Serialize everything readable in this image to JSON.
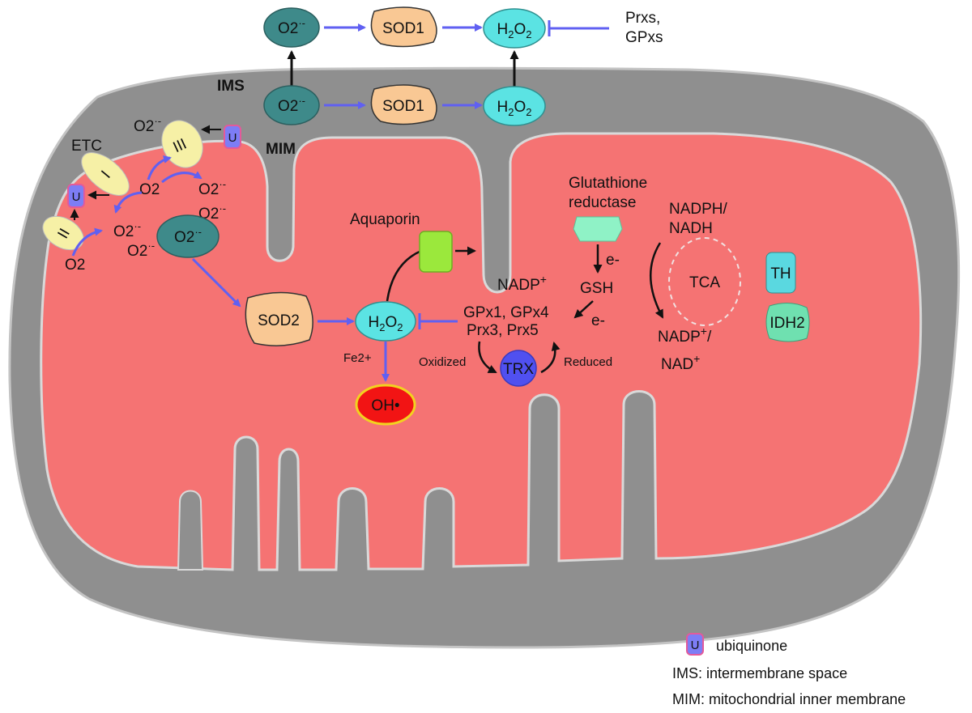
{
  "colors": {
    "membrane": "#8f8f8f",
    "membrane_edge": "#b9b9b9",
    "matrix": "#f57373",
    "dark_teal": "#3e8a8a",
    "cyan": "#5be3e3",
    "sod": "#f9c894",
    "complex": "#f6f0a6",
    "ubiquinone": "#7d7df5",
    "ubiquinone_edge": "#e35a9a",
    "aquaporin": "#9be83c",
    "gr": "#8ff2c6",
    "trx": "#5050f0",
    "oh": "#f21414",
    "oh_edge": "#f2d21f",
    "blue_arrow": "#6060f2",
    "th": "#5ad8e0",
    "idh2": "#6fe0b0"
  },
  "top": {
    "o2_label": "O2",
    "sod1_label": "SOD1",
    "h2o2_label": "H2O2",
    "prxs_line1": "Prxs,",
    "prxs_line2": "GPxs"
  },
  "ims": {
    "ims_label": "IMS",
    "mim_label": "MIM",
    "o2_label": "O2",
    "sod1_label": "SOD1",
    "h2o2_label": "H2O2"
  },
  "etc": {
    "etc_label": "ETC",
    "complex_i": "I",
    "complex_ii": "II",
    "complex_iii": "III",
    "u_label": "U",
    "o2_label": "O2",
    "superoxide_label": "O2"
  },
  "matrix": {
    "sod2_label": "SOD2",
    "h2o2_label": "H2O2",
    "fe_label": "Fe2+",
    "oh_label": "OH•",
    "aquaporin_label": "Aquaporin",
    "gr_line1": "Glutathione",
    "gr_line2": "reductase",
    "e_label": "e-",
    "gsh_label": "GSH",
    "nadp_label": "NADP+",
    "gpx_line1": "GPx1, GPx4",
    "gpx_line2": "Prx3, Prx5",
    "oxidized_label": "Oxidized",
    "reduced_label": "Reduced",
    "trx_label": "TRX",
    "nadph_line1": "NADPH/",
    "nadph_line2": "NADH",
    "nadp_nad_line1": "NADP+/",
    "nadp_nad_line2": "NAD+",
    "tca_label": "TCA",
    "th_label": "TH",
    "idh2_label": "IDH2"
  },
  "legend": {
    "u_label": "U",
    "ubiquinone_label": "ubiquinone",
    "ims_def": "IMS: intermembrane space",
    "mim_def": "MIM: mitochondrial inner membrane"
  }
}
